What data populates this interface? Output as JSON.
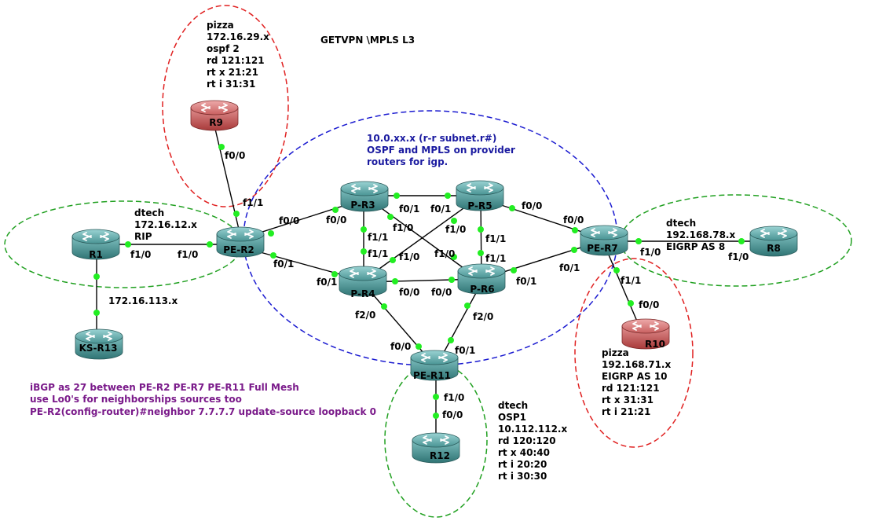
{
  "colors": {
    "link": "#000000",
    "port_dot": "#22ee22",
    "zone_red": "#e02020",
    "zone_green": "#20a020",
    "zone_blue": "#1a1ad0",
    "router_teal": "#3d8a8a",
    "router_red": "#c85050",
    "text_blue": "#1a1aa0",
    "text_purple": "#7a1a8a"
  },
  "title": "GETVPN \\MPLS L3",
  "routers": [
    {
      "id": "R9",
      "label": "R9",
      "style": "red"
    },
    {
      "id": "R1",
      "label": "R1",
      "style": "teal"
    },
    {
      "id": "KS-R13",
      "label": "KS-R13",
      "style": "teal"
    },
    {
      "id": "PE-R2",
      "label": "PE-R2",
      "style": "teal"
    },
    {
      "id": "P-R3",
      "label": "P-R3",
      "style": "teal"
    },
    {
      "id": "P-R5",
      "label": "P-R5",
      "style": "teal"
    },
    {
      "id": "P-R4",
      "label": "P-R4",
      "style": "teal"
    },
    {
      "id": "P-R6",
      "label": "P-R6",
      "style": "teal"
    },
    {
      "id": "PE-R7",
      "label": "PE-R7",
      "style": "teal"
    },
    {
      "id": "R8",
      "label": "R8",
      "style": "teal"
    },
    {
      "id": "R10",
      "label": "R10",
      "style": "red"
    },
    {
      "id": "PE-R11",
      "label": "PE-R11",
      "style": "teal"
    },
    {
      "id": "R12",
      "label": "R12",
      "style": "teal"
    }
  ],
  "zones": {
    "r9_site": [
      "pizza",
      "172.16.29.x",
      "ospf 2",
      "rd 121:121",
      "rt x 21:21",
      "rt i 31:31"
    ],
    "r1_site": [
      "dtech",
      "172.16.12.x",
      "RIP"
    ],
    "r13_subnet": "172.16.113.x",
    "provider": [
      "10.0.xx.x (r-r subnet.r#)",
      "OSPF and MPLS on provider",
      "routers for igp."
    ],
    "r8_site": [
      "dtech",
      "192.168.78.x",
      "EIGRP AS 8"
    ],
    "r10_site": [
      "pizza",
      "192.168.71.x",
      "EIGRP AS 10",
      "rd 121:121",
      "rt x 31:31",
      "rt i 21:21"
    ],
    "r12_site": [
      "dtech",
      "OSP1",
      "10.112.112.x",
      "rd 120:120",
      "rt x 40:40",
      "rt i 20:20",
      "rt i 30:30"
    ]
  },
  "notes": [
    "iBGP  as 27 between PE-R2 PE-R7 PE-R11 Full Mesh",
    "use Lo0's for neighborships sources too",
    "PE-R2(config-router)#neighbor 7.7.7.7 update-source loopback 0"
  ],
  "ports": {
    "r9_f00": "f0/0",
    "r2_f11": "f1/1",
    "r1_f10": "f1/0",
    "r2_f10": "f1/0",
    "r2_f00": "f0/0",
    "r2_f01": "f0/1",
    "r3_f00": "f0/0",
    "r3_f01": "f0/1",
    "r3_f11": "f1/1",
    "r3_f10": "f1/0",
    "r5_f01": "f0/1",
    "r5_f00": "f0/0",
    "r5_f10": "f1/0",
    "r5_f11": "f1/1",
    "r4_f01": "f0/1",
    "r4_f11": "f1/1",
    "r4_f10": "f1/0",
    "r4_f00": "f0/0",
    "r4_f20": "f2/0",
    "r6_f10": "f1/0",
    "r6_f11": "f1/1",
    "r6_f00": "f0/0",
    "r6_f01": "f0/1",
    "r6_f20": "f2/0",
    "r7_f00": "f0/0",
    "r7_f01": "f0/1",
    "r7_f10": "f1/0",
    "r7_f11": "f1/1",
    "r8_f10": "f1/0",
    "r10_f00": "f0/0",
    "r11_f00": "f0/0",
    "r11_f01": "f0/1",
    "r11_f10": "f1/0",
    "r12_f00": "f0/0"
  }
}
